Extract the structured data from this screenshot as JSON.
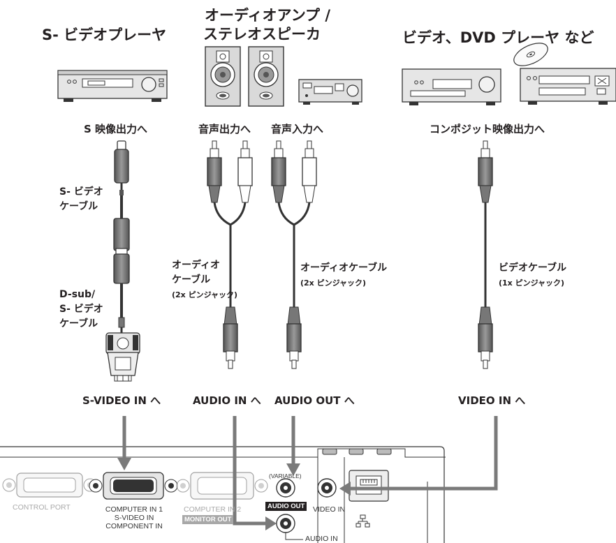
{
  "sources": {
    "svideo_player": "S- ビデオプレーヤ",
    "audio_amp_line1": "オーディオアンプ /",
    "audio_amp_line2": "ステレオスピーカ",
    "video_dvd": "ビデオ、DVD プレーヤ など"
  },
  "outputs": {
    "s_video_out": "S 映像出力へ",
    "audio_out": "音声出力へ",
    "audio_in": "音声入力へ",
    "composite_out": "コンポジット映像出力へ"
  },
  "cables": {
    "svideo_l1": "S- ビデオ",
    "svideo_l2": "ケーブル",
    "dsub_l1": "D-sub/",
    "dsub_l2": "S- ビデオ",
    "dsub_l3": "ケーブル",
    "audio1_l1": "オーディオ",
    "audio1_l2": "ケーブル",
    "audio1_l3": "(2x ピンジャック)",
    "audio2_l1": "オーディオケーブル",
    "audio2_l2": "(2x ピンジャック)",
    "video_l1": "ビデオケーブル",
    "video_l2": "(1x ピンジャック)"
  },
  "inputs": {
    "svideo_in": "S-VIDEO IN へ",
    "audio_in": "AUDIO IN へ",
    "audio_out": "AUDIO OUT へ",
    "video_in": "VIDEO IN へ"
  },
  "panel": {
    "control_port": "CONTROL PORT",
    "computer_in1_l1": "COMPUTER IN 1",
    "computer_in1_l2": "S-VIDEO IN",
    "computer_in1_l3": "COMPONENT IN",
    "computer_in2": "COMPUTER IN 2",
    "monitor_out": "MONITOR OUT",
    "variable": "(VARIABLE)",
    "audio_out_tag": "AUDIO OUT",
    "video_in": "VIDEO IN",
    "audio_in": "AUDIO IN"
  }
}
